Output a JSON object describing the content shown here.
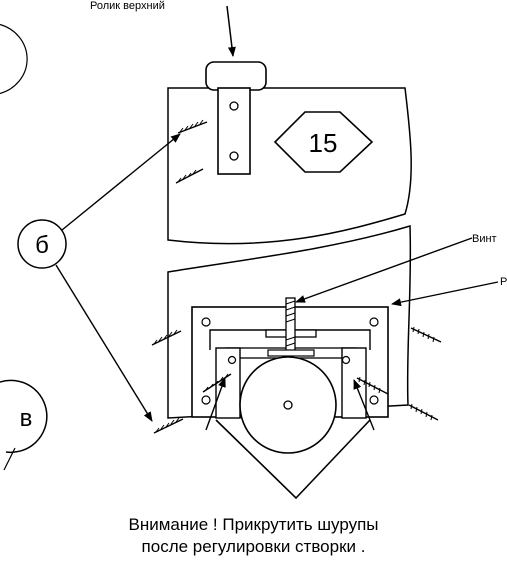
{
  "labels": {
    "top_roller": "Ролик верхний",
    "screw": "Винт",
    "right_cut": "Р",
    "callout_b": "б",
    "callout_v": "в",
    "part_number": "15"
  },
  "caption": {
    "line1": "Внимание ! Прикрутить шурупы",
    "line2": "после регулировки створки ."
  }
}
